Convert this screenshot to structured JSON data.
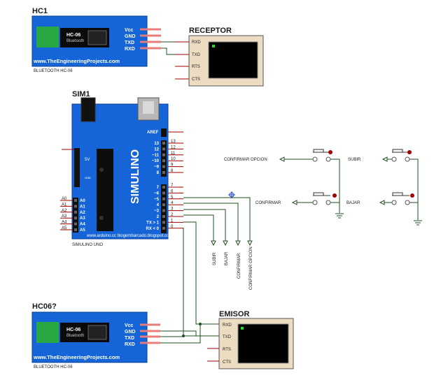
{
  "hc1": {
    "label": "HC1",
    "module": "HC-06",
    "sub": "Bluetooth",
    "website": "www.TheEngineeringProjects.com",
    "caption": "BLUETOOTH HC-06",
    "pins": [
      "Vcc",
      "GND",
      "TXD",
      "RXD"
    ]
  },
  "hc2": {
    "label": "HC06?",
    "module": "HC-06",
    "sub": "Bluetooth",
    "website": "www.TheEngineeringProjects.com",
    "caption": "BLUETOOTH HC-06",
    "pins": [
      "Vcc",
      "GND",
      "TXD",
      "RXD"
    ]
  },
  "receptor": {
    "label": "RECEPTOR",
    "pins": [
      "RXD",
      "TXD",
      "RTS",
      "CTS"
    ]
  },
  "emisor": {
    "label": "EMISOR",
    "pins": [
      "RXD",
      "TXD",
      "RTS",
      "CTS"
    ]
  },
  "sim1": {
    "label": "SIM1",
    "caption": "SIMULINO UNO",
    "brand": "SIMULINO",
    "footer": "www.arduino.cc blogembarcado.blogspot.com",
    "aref": "AREF",
    "aref_num": "",
    "digital_high": [
      "13",
      "12",
      "11",
      "10",
      "9",
      "8"
    ],
    "digital_low": [
      "7",
      "6",
      "5",
      "4",
      "3",
      "2",
      "1",
      "0"
    ],
    "digital_high_inner": [
      "13",
      "12",
      "~11",
      "~10",
      "~9",
      "8"
    ],
    "digital_low_inner": [
      "7",
      "~6",
      "~5",
      "4",
      "~3",
      "2",
      "TX > 1",
      "RX < 0"
    ],
    "analog": [
      "A0",
      "A1",
      "A2",
      "A3",
      "A4",
      "A5"
    ],
    "power_labels": [
      "5V",
      "GND"
    ]
  },
  "net_labels": {
    "confirmar_opcion": "CONFIRMAR OPCION",
    "confirmar": "CONFIRMAR",
    "subir": "SUBIR",
    "bajar": "BAJAR",
    "vert": [
      "SUBIR",
      "BAJAR",
      "CONFIRMAR",
      "CONFIRMAR OPCION"
    ]
  },
  "colors": {
    "board": "#1565d8",
    "terminal_bg": "#000000",
    "terminal_frame": "#ecdcc2",
    "pin_red": "#b00000",
    "wire": "#1f4f1f"
  }
}
